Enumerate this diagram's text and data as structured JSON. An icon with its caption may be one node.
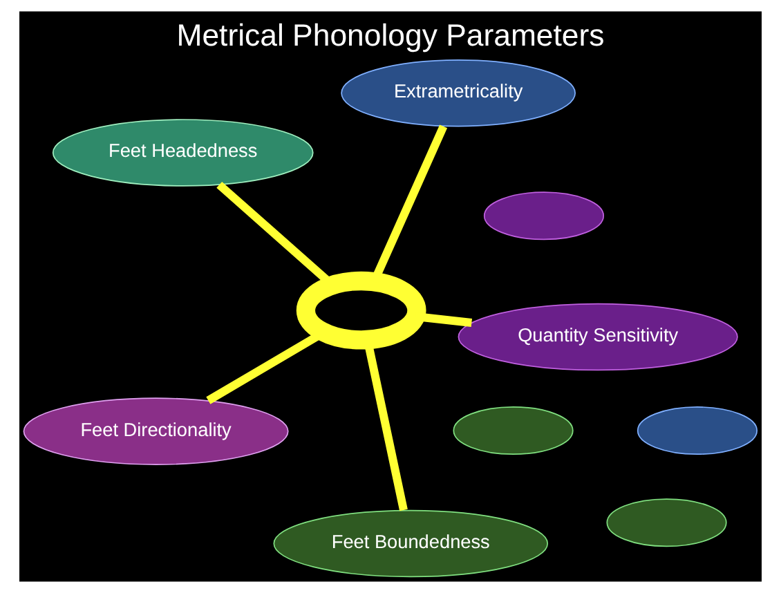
{
  "diagram": {
    "title": "Metrical Phonology Parameters",
    "nodes": [
      {
        "text": [],
        "shape": "ellipse"
      },
      {
        "text": [
          "Feet Headedness"
        ]
      },
      {
        "text": [
          "Quantity Sensitivity"
        ]
      },
      {
        "text": [
          "Feet Boundedness"
        ]
      },
      {
        "text": [],
        "shape": "ring"
      },
      {
        "text": [],
        "shape": "ellipse"
      },
      {
        "text": [],
        "shape": "ellipse"
      },
      {
        "text": [
          "Extrametricality"
        ]
      },
      {
        "text": [
          "Feet Directionality"
        ]
      },
      {
        "text": [],
        "shape": "ellipse"
      }
    ],
    "edges": [
      {
        "from": 4,
        "to": 2,
        "arrow": "none"
      },
      {
        "from": 4,
        "to": 1,
        "arrow": "none"
      },
      {
        "from": 4,
        "to": 3,
        "arrow": "none"
      },
      {
        "from": 4,
        "to": 8,
        "arrow": "none"
      },
      {
        "from": 4,
        "to": 7,
        "arrow": "none"
      }
    ]
  }
}
